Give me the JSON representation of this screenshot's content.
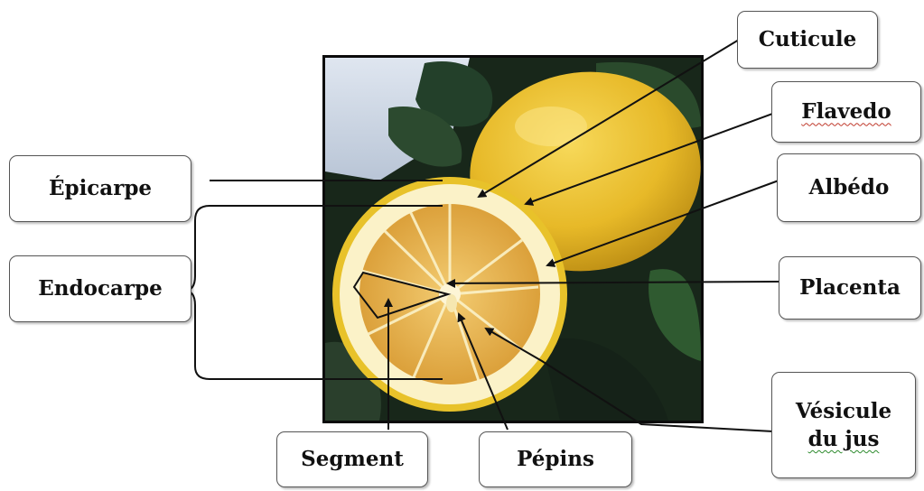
{
  "labels": {
    "epicarpe": "Épicarpe",
    "endocarpe": "Endocarpe",
    "cuticule": "Cuticule",
    "flavedo": "Flavedo",
    "albedo": "Albédo",
    "placenta": "Placenta",
    "vesicule_line1": "Vésicule",
    "vesicule_line2": "du jus",
    "segment": "Segment",
    "pepins": "Pépins"
  },
  "colors": {
    "lemon_peel": "#e8c22a",
    "lemon_pulp": "#e9b54e",
    "albedo": "#fbf2c8",
    "leaf": "#1f3b22",
    "line": "#111111"
  }
}
